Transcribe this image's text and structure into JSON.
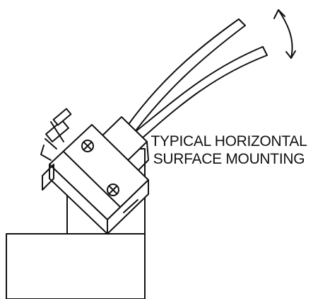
{
  "caption": {
    "line1": "TYPICAL HORIZONTAL",
    "line2": "SURFACE MOUNTING"
  },
  "colors": {
    "ink": "#111111",
    "background": "#ffffff"
  },
  "icons": {
    "rotation_arrow": "double-headed-curved-arrow",
    "screw_heads": "phillips-screw-icon"
  }
}
